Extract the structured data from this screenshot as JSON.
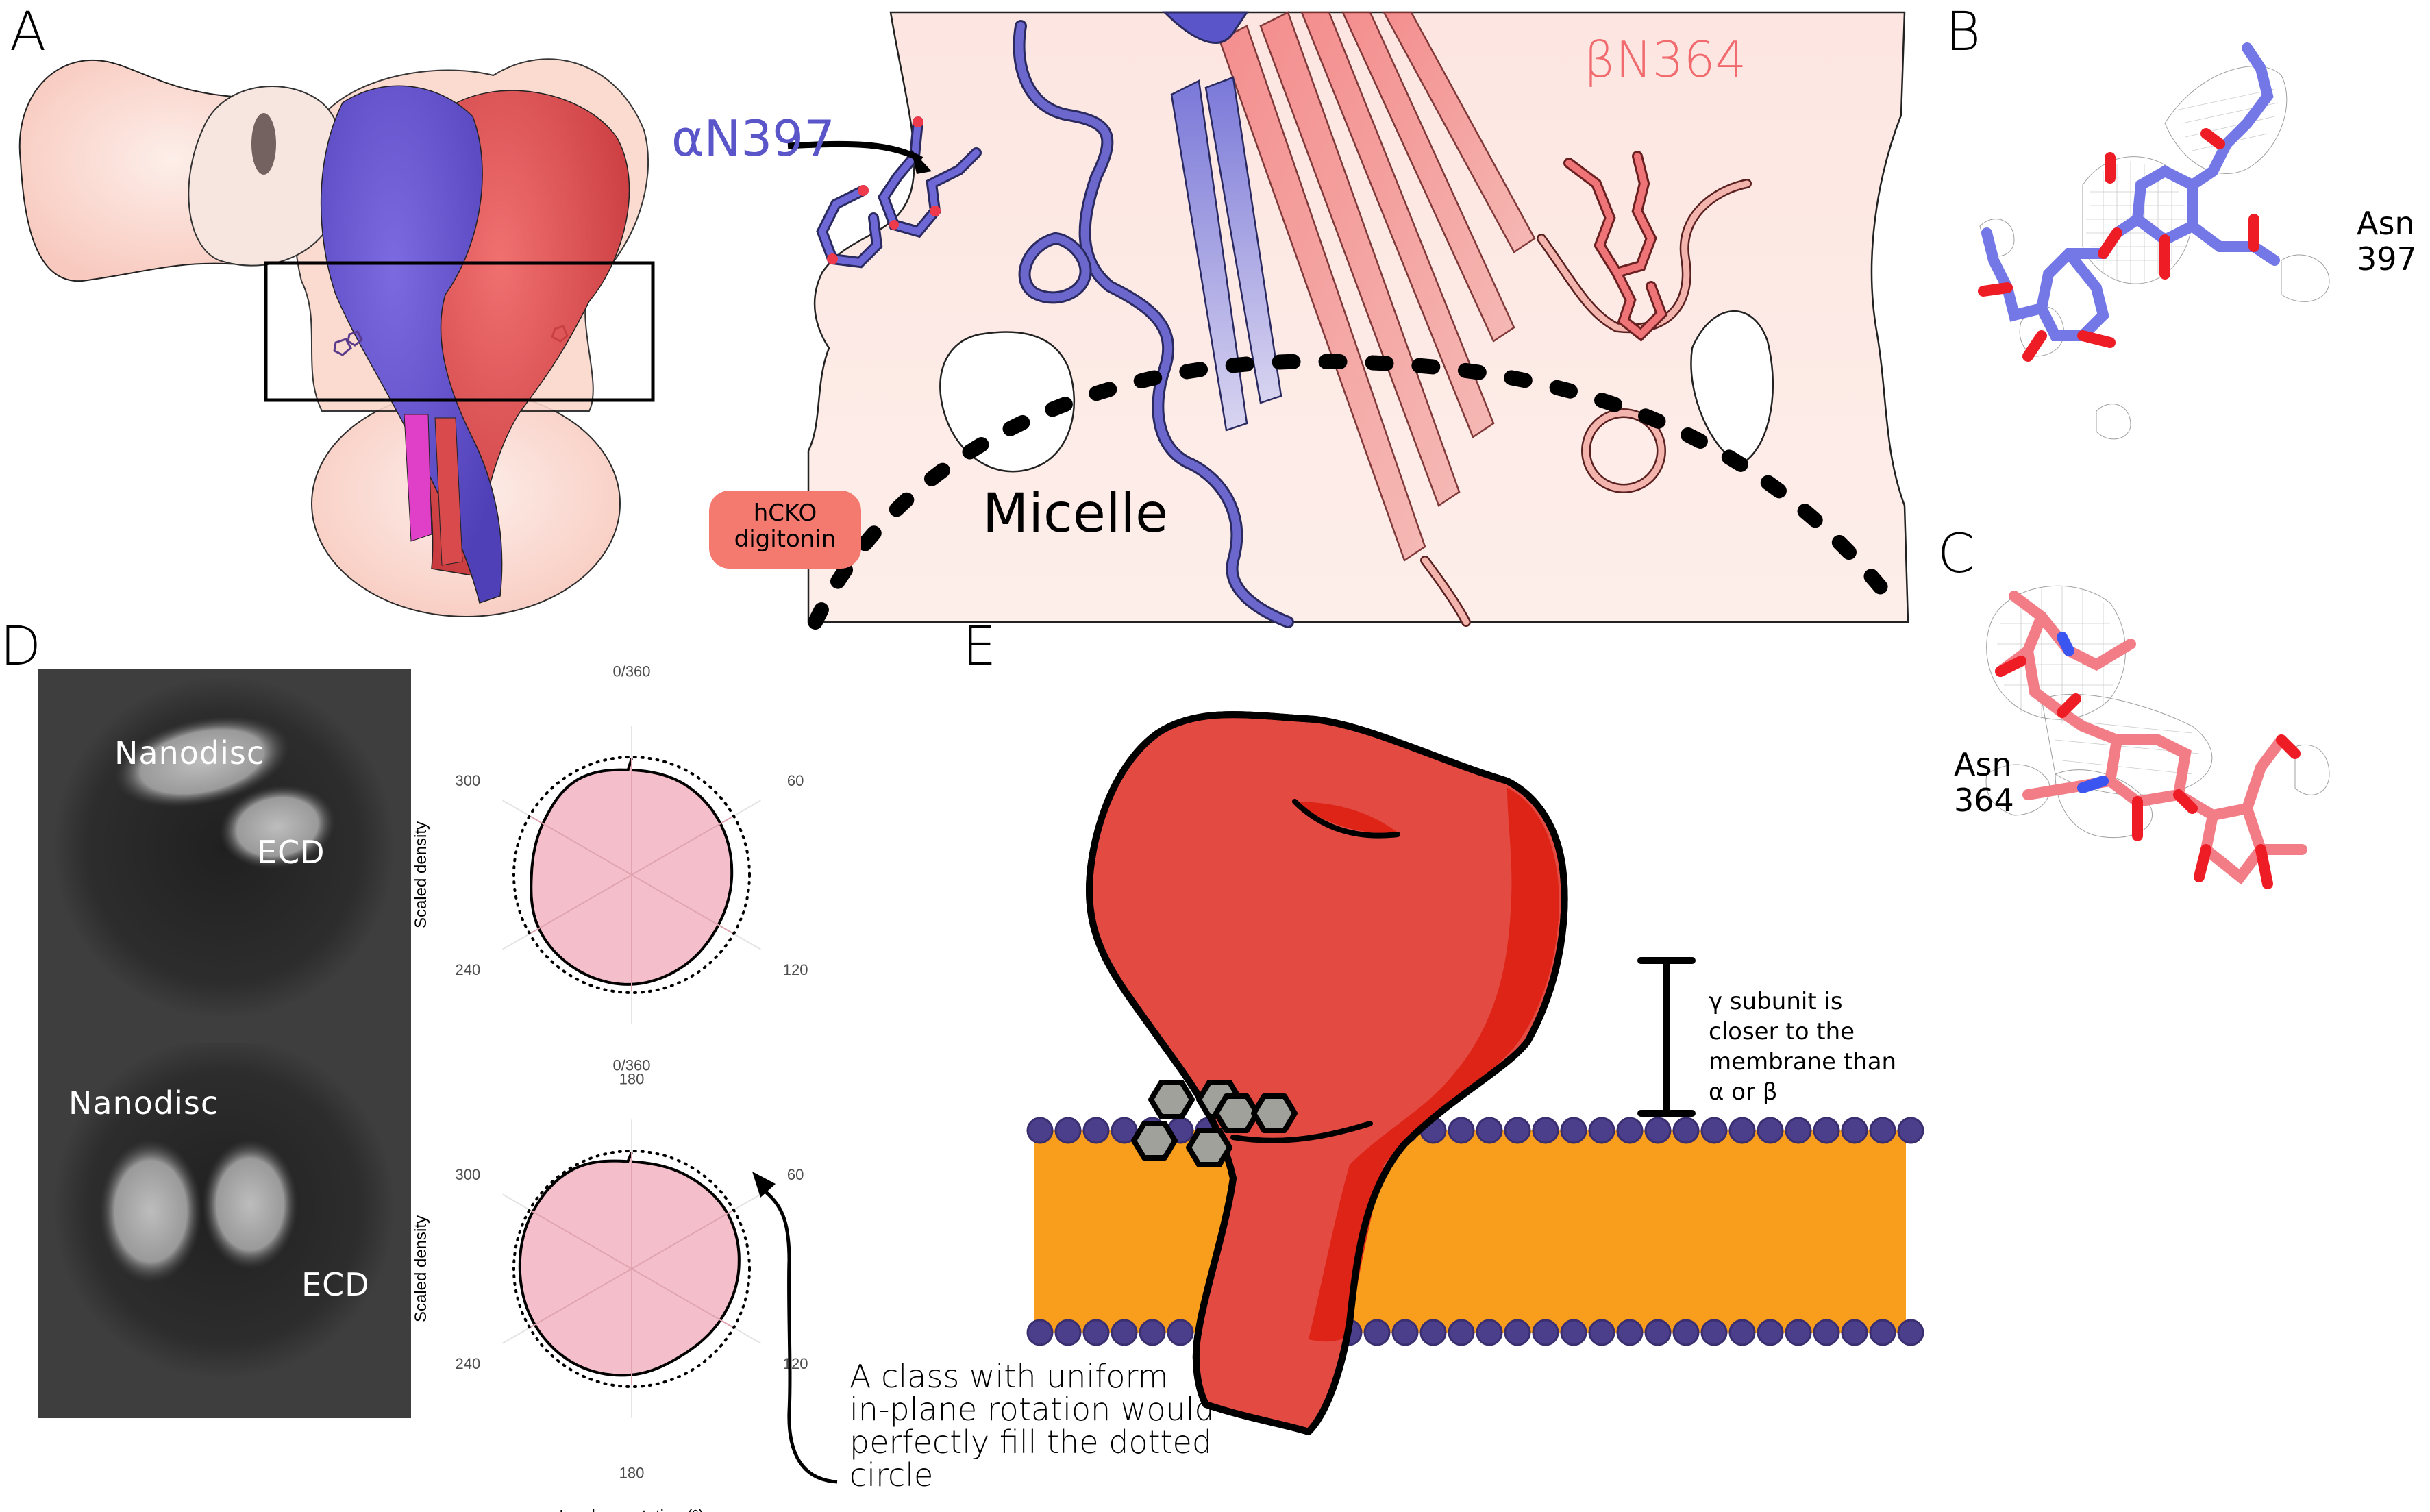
{
  "panels": {
    "A": {
      "label": "A",
      "labels": {
        "alpha_site": "αN397",
        "beta_site": "βN364",
        "micelle": "Micelle",
        "detergent_badge_line1": "hCKO",
        "detergent_badge_line2": "digitonin"
      },
      "colors": {
        "alpha": "#5a55c8",
        "beta": "#f06a6e",
        "gamma": "#e040c8",
        "density": "#fbd9d2",
        "badge": "#f47a6f"
      }
    },
    "B": {
      "label": "B",
      "residue_line1": "Asn",
      "residue_line2": "397",
      "stick_color": "#7477e6"
    },
    "C": {
      "label": "C",
      "residue_line1": "Asn",
      "residue_line2": "364",
      "stick_color": "#f27d86"
    },
    "D": {
      "label": "D",
      "class_averages": [
        {
          "nanodisc_label": "Nanodisc",
          "ecd_label": "ECD"
        },
        {
          "nanodisc_label": "Nanodisc",
          "ecd_label": "ECD"
        }
      ],
      "annotation": [
        "A class with uniform",
        "in-plane rotation would",
        "perfectly fill the dotted",
        "circle"
      ]
    },
    "E": {
      "label": "E",
      "gap_annotation": [
        "γ subunit is",
        "closer to the",
        "membrane than",
        "α or β"
      ],
      "colors": {
        "protein": "#e34b42",
        "protein_shade": "#dd2417",
        "membrane": "#f89e1c",
        "lipid_head": "#4b3e8a",
        "glycan": "#a0a19b"
      }
    }
  },
  "chart_data": [
    {
      "type": "polar-area",
      "title": "",
      "ylabel": "Scaled density",
      "xlabel": "",
      "theta_ticks": [
        "0/360",
        "60",
        "120",
        "180",
        "240",
        "300"
      ],
      "theta_unit": "degrees",
      "r_range": [
        0,
        1
      ],
      "reference_circle": 1.0,
      "fill": "#f3b8c4",
      "theta": [
        0,
        30,
        60,
        90,
        120,
        150,
        180,
        210,
        240,
        270,
        300,
        330,
        359
      ],
      "r": [
        0.9,
        0.9,
        0.88,
        0.86,
        0.86,
        0.9,
        0.94,
        0.94,
        0.92,
        0.86,
        0.88,
        0.94,
        1.0
      ]
    },
    {
      "type": "polar-area",
      "title": "",
      "ylabel": "Scaled density",
      "xlabel": "In−plane rotation (°)",
      "theta_ticks": [
        "0/360",
        "60",
        "120",
        "180",
        "240",
        "300"
      ],
      "theta_unit": "degrees",
      "r_range": [
        0,
        1
      ],
      "reference_circle": 1.0,
      "fill": "#f3b8c4",
      "theta": [
        0,
        30,
        60,
        90,
        120,
        150,
        180,
        210,
        240,
        270,
        300,
        330,
        359
      ],
      "r": [
        0.92,
        0.93,
        0.95,
        0.92,
        0.88,
        0.86,
        0.91,
        0.95,
        0.96,
        0.96,
        0.98,
        0.99,
        1.0
      ]
    }
  ]
}
